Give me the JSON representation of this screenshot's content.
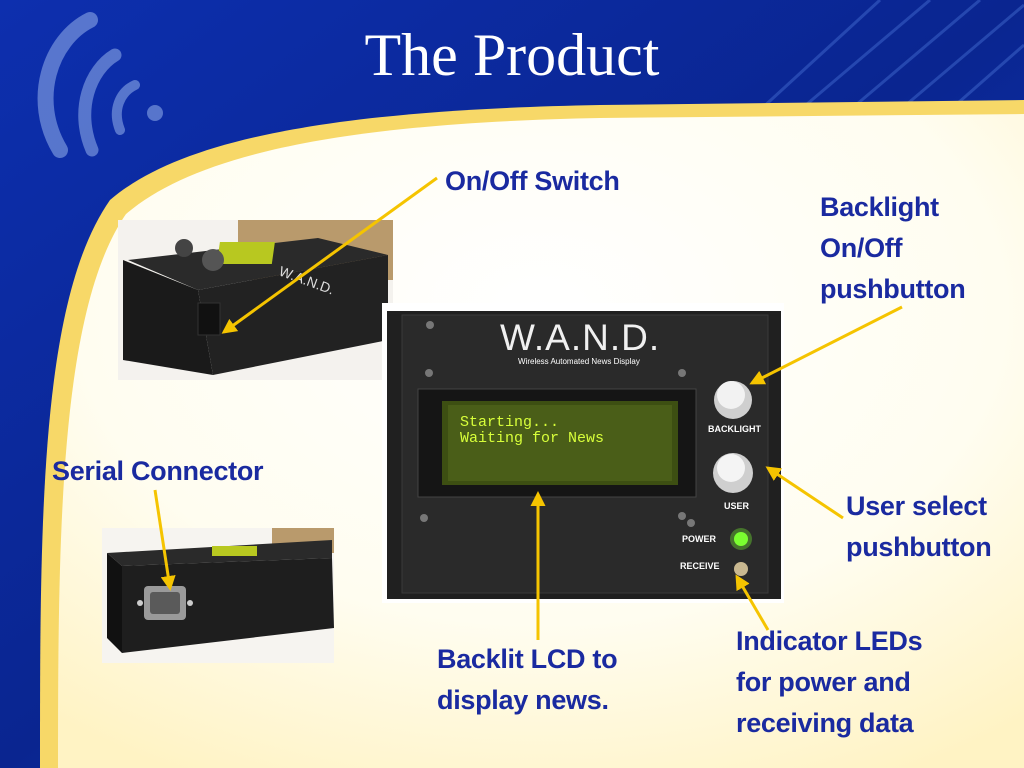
{
  "slide": {
    "title": "The Product",
    "colors": {
      "accent_blue": "#0a2a9a",
      "label_blue": "#1a2aa0",
      "arrow_yellow": "#f5c400",
      "cream": "#fff8dc"
    }
  },
  "device": {
    "brand": "W.A.N.D.",
    "subtitle": "Wireless Automated News Display",
    "lcd_line1": "Starting...",
    "lcd_line2": "Waiting for News",
    "backlight_label": "BACKLIGHT",
    "user_label": "USER",
    "power_label": "POWER",
    "receive_label": "RECEIVE"
  },
  "callouts": {
    "onoff": "On/Off Switch",
    "backlight": "Backlight\nOn/Off\npushbutton",
    "serial": "Serial Connector",
    "user": "User select\npushbutton",
    "lcd": "Backlit LCD to\ndisplay news.",
    "leds": "Indicator LEDs\nfor power and\nreceiving data"
  }
}
